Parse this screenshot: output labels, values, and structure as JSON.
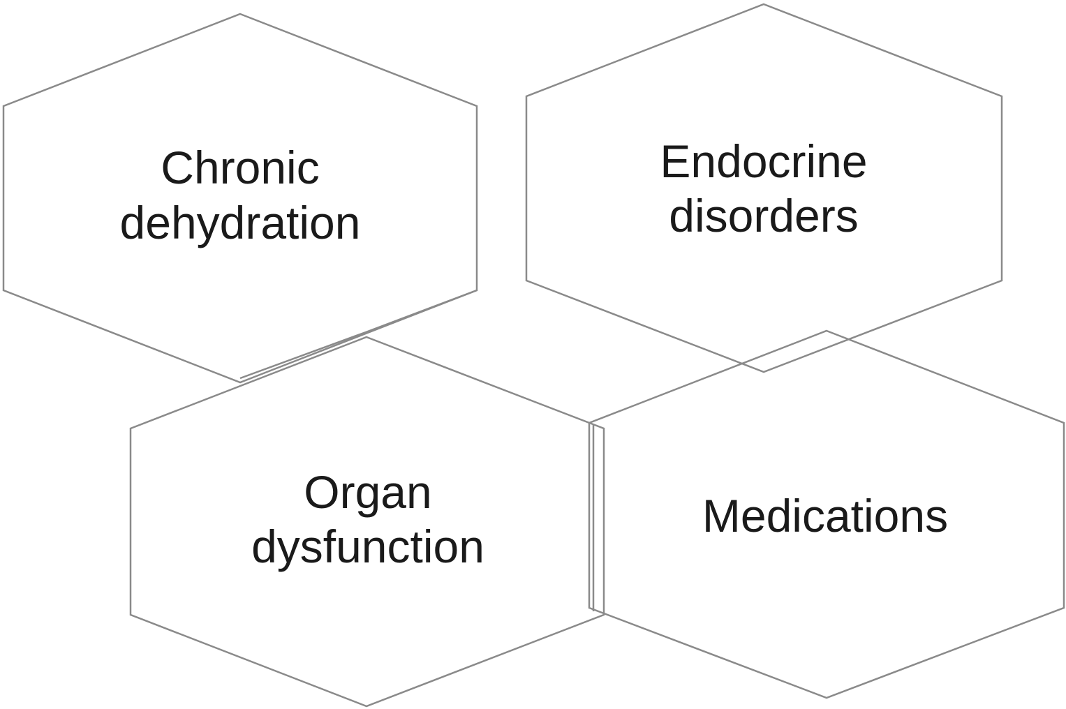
{
  "diagram": {
    "stroke_color": "#8a8a8a",
    "text_color": "#1a1a1a",
    "background": "#ffffff",
    "hexagons": [
      {
        "id": "chronic-dehydration",
        "lines": [
          "Chronic",
          "dehydration"
        ]
      },
      {
        "id": "endocrine-disorders",
        "lines": [
          "Endocrine",
          "disorders"
        ]
      },
      {
        "id": "organ-dysfunction",
        "lines": [
          "Organ",
          "dysfunction"
        ]
      },
      {
        "id": "medications",
        "lines": [
          "Medications"
        ]
      }
    ]
  }
}
